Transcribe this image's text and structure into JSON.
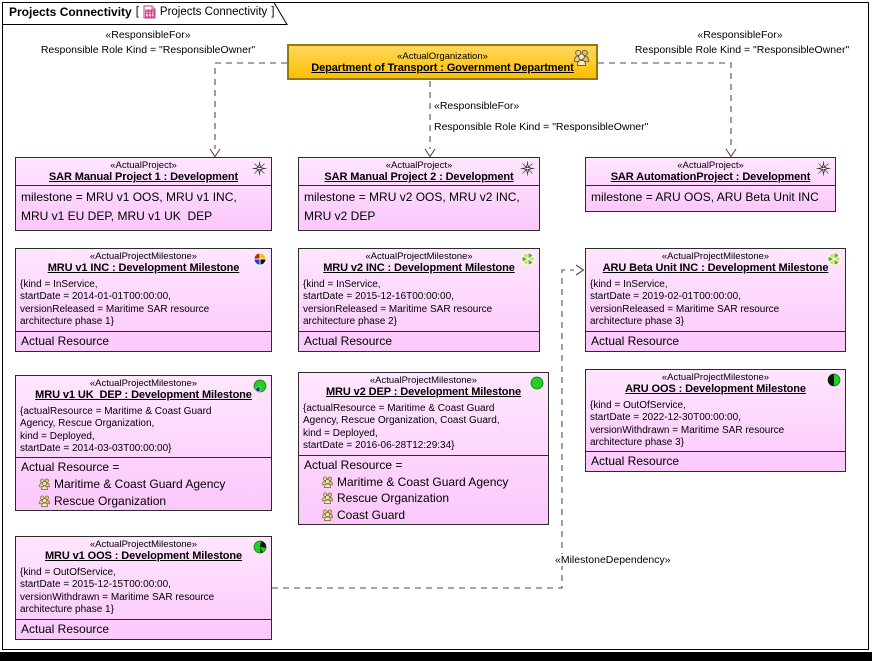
{
  "tab": {
    "title": "Projects Connectivity",
    "open_bracket": "[",
    "diagram_icon": "diagram-page-icon",
    "diagram_name": "Projects Connectivity",
    "close_bracket": "]"
  },
  "organization": {
    "stereotype": "«ActualOrganization»",
    "name": "Department of Transport : Government Department",
    "icon": "people-group-icon"
  },
  "connectors": {
    "responsible_for_left": {
      "stereotype": "«ResponsibleFor»",
      "property": "Responsible Role Kind = \"ResponsibleOwner\""
    },
    "responsible_for_middle": {
      "stereotype": "«ResponsibleFor»",
      "property": "Responsible Role Kind = \"ResponsibleOwner\""
    },
    "responsible_for_right": {
      "stereotype": "«ResponsibleFor»",
      "property": "Responsible Role Kind = \"ResponsibleOwner\""
    },
    "milestone_dependency": {
      "stereotype": "«MilestoneDependency»"
    }
  },
  "projects": [
    {
      "stereotype": "«ActualProject»",
      "icon": "spark-icon",
      "name": "SAR Manual Project 1 : Development",
      "body": [
        "milestone = MRU v1 OOS, MRU v1 INC,",
        "MRU v1 EU DEP, MRU v1 UK  DEP"
      ]
    },
    {
      "stereotype": "«ActualProject»",
      "icon": "spark-icon",
      "name": "SAR Manual Project 2 : Development",
      "body": [
        "milestone = MRU v2 OOS, MRU v2 INC,",
        "MRU v2 DEP"
      ]
    },
    {
      "stereotype": "«ActualProject»",
      "icon": "spark-icon",
      "name": "SAR AutomationProject : Development",
      "body": [
        "milestone = ARU OOS, ARU Beta Unit INC"
      ]
    }
  ],
  "milestones": [
    {
      "stereotype": "«ActualProjectMilestone»",
      "icon": "pinwheel-multicolor-icon",
      "name": "MRU v1 INC : Development Milestone",
      "props": [
        "{kind = InService,",
        "startDate = 2014-01-01T00:00:00,",
        "versionReleased = Maritime SAR resource",
        "architecture phase 1}"
      ],
      "compartment": "Actual Resource"
    },
    {
      "stereotype": "«ActualProjectMilestone»",
      "icon": "pinwheel-green-icon",
      "name": "MRU v2 INC : Development Milestone",
      "props": [
        "{kind = InService,",
        "startDate = 2015-12-16T00:00:00,",
        "versionReleased = Maritime SAR resource",
        "architecture phase 2}"
      ],
      "compartment": "Actual Resource"
    },
    {
      "stereotype": "«ActualProjectMilestone»",
      "icon": "pinwheel-green-icon",
      "name": "ARU Beta Unit INC : Development Milestone",
      "props": [
        "{kind = InService,",
        "startDate = 2019-02-01T00:00:00,",
        "versionReleased = Maritime SAR resource",
        "architecture phase 3}"
      ],
      "compartment": "Actual Resource"
    },
    {
      "stereotype": "«ActualProjectMilestone»",
      "icon": "pie-green-blue-icon",
      "name": "MRU v1 UK  DEP : Development Milestone",
      "props": [
        "{actualResource = Maritime & Coast Guard",
        "Agency, Rescue Organization,",
        "kind = Deployed,",
        "startDate = 2014-03-03T00:00:00}"
      ],
      "resources_header": "Actual Resource =",
      "resources": [
        "Maritime & Coast Guard Agency",
        "Rescue Organization"
      ]
    },
    {
      "stereotype": "«ActualProjectMilestone»",
      "icon": "pie-green-icon",
      "name": "MRU v2 DEP : Development Milestone",
      "props": [
        "{actualResource = Maritime & Coast Guard",
        "Agency, Rescue Organization, Coast Guard,",
        "kind = Deployed,",
        "startDate = 2016-06-28T12:29:34}"
      ],
      "resources_header": "Actual Resource =",
      "resources": [
        "Maritime & Coast Guard Agency",
        "Rescue Organization",
        "Coast Guard"
      ]
    },
    {
      "stereotype": "«ActualProjectMilestone»",
      "icon": "pie-black-green-icon",
      "name": "ARU OOS : Development Milestone",
      "props": [
        "{kind = OutOfService,",
        "startDate = 2022-12-30T00:00:00,",
        "versionWithdrawn = Maritime SAR resource",
        "architecture phase 3}"
      ],
      "compartment": "Actual Resource"
    },
    {
      "stereotype": "«ActualProjectMilestone»",
      "icon": "pie-green-black-icon",
      "name": "MRU v1 OOS : Development Milestone",
      "props": [
        "{kind = OutOfService,",
        "startDate = 2015-12-15T00:00:00,",
        "versionWithdrawn = Maritime SAR resource",
        "architecture phase 1}"
      ],
      "compartment": "Actual Resource"
    }
  ],
  "colors": {
    "node_fill": "#FFCCFF",
    "org_fill": "#FFCC00",
    "org_border": "#8F7D05",
    "node_border": "#2B2B2B",
    "line": "#4D4D4D",
    "milestone_green": "#22CF22",
    "milestone_blue": "#1D3F88",
    "people_tan": "#EFE0B0"
  }
}
